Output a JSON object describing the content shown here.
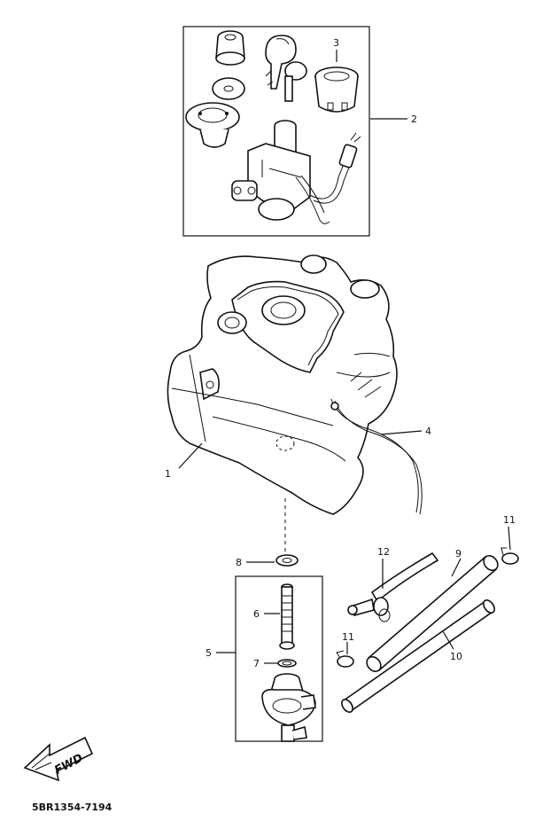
{
  "callouts": {
    "c1": "1",
    "c2": "2",
    "c3": "3",
    "c4": "4",
    "c5": "5",
    "c6": "6",
    "c7": "7",
    "c8": "8",
    "c9": "9",
    "c10": "10",
    "c11a": "11",
    "c11b": "11",
    "c12": "12"
  },
  "fwd_label": "FWD",
  "drawing_code": "5BR1354-7194"
}
